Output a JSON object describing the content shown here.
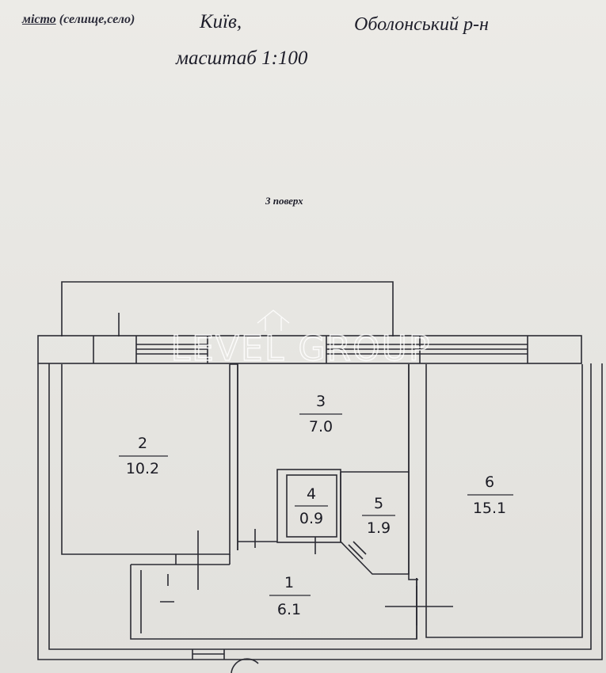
{
  "header": {
    "city_label_prefix": "місто",
    "city_label_suffix": " (селище,село)",
    "city": "Київ,",
    "district": "Оболонський р-н",
    "scale": "масштаб 1:100"
  },
  "floor_label": "3 поверх",
  "watermark": "LEVEL GROUP",
  "rooms": [
    {
      "number": "1",
      "area": "6.1"
    },
    {
      "number": "2",
      "area": "10.2"
    },
    {
      "number": "3",
      "area": "7.0"
    },
    {
      "number": "4",
      "area": "0.9"
    },
    {
      "number": "5",
      "area": "1.9"
    },
    {
      "number": "6",
      "area": "15.1"
    }
  ],
  "colors": {
    "paper": "#e9e8e4",
    "line": "#2b2b33",
    "ink": "#1e1e2a"
  }
}
